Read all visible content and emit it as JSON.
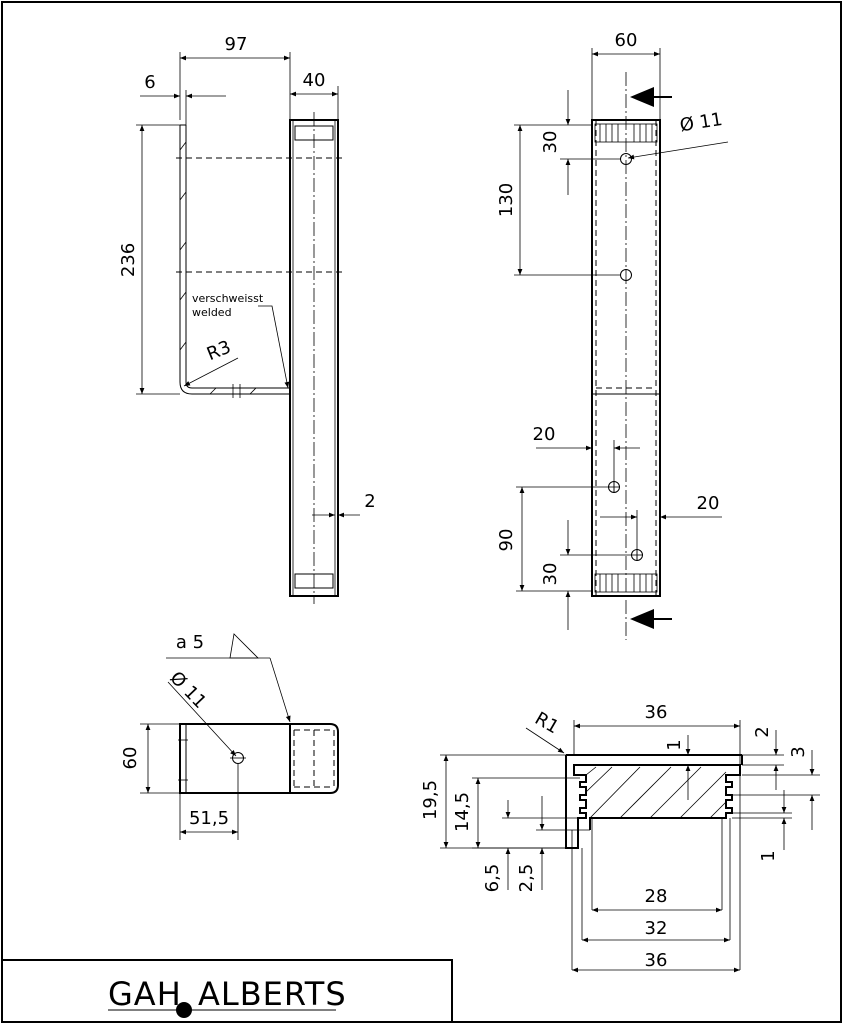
{
  "drawing": {
    "views": {
      "side": {
        "dims": {
          "d97": "97",
          "d6": "6",
          "d40": "40",
          "d236": "236",
          "r3": "R3",
          "d2": "2"
        },
        "weld_note": {
          "line1": "verschweisst",
          "line2": "welded"
        }
      },
      "front": {
        "dims": {
          "d60": "60",
          "d30a": "30",
          "d130": "130",
          "phi11": "Ø 11",
          "d20a": "20",
          "d20b": "20",
          "d90": "90",
          "d30b": "30"
        }
      },
      "top": {
        "weld_symbol": "a 5",
        "dims": {
          "phi11": "Ø 11",
          "d60": "60",
          "d51_5": "51,5"
        }
      },
      "section": {
        "dims": {
          "d36top": "36",
          "r1": "R1",
          "d1a": "1",
          "d2": "2",
          "d3": "3",
          "d19_5": "19,5",
          "d14_5": "14,5",
          "d6_5": "6,5",
          "d2_5": "2,5",
          "d1b": "1",
          "d28": "28",
          "d32": "32",
          "d36bot": "36"
        }
      }
    },
    "title_block": {
      "brand_left": "GAH",
      "brand_right": "ALBERTS"
    }
  }
}
